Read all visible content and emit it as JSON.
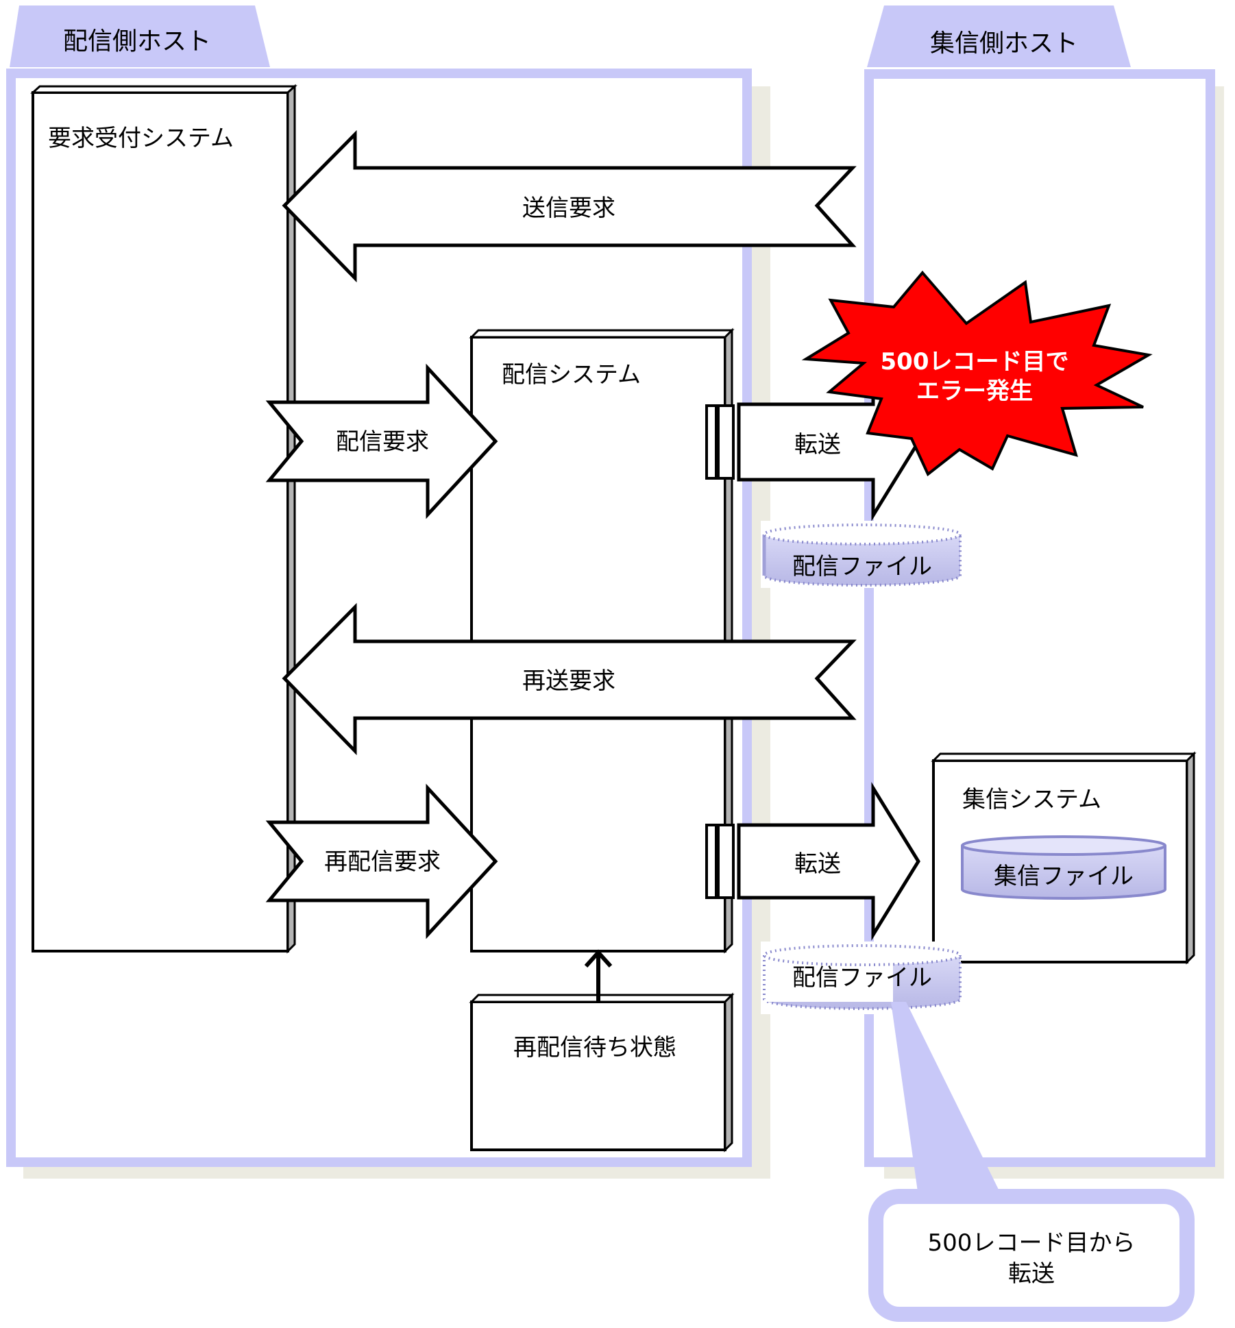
{
  "hosts": {
    "sender": "配信側ホスト",
    "receiver": "集信側ホスト"
  },
  "systems": {
    "request_acceptance": "要求受付システム",
    "distribution": "配信システム",
    "wait_state": "再配信待ち状態",
    "collection": "集信システム"
  },
  "arrows": {
    "send_request": "送信要求",
    "distribution_request": "配信要求",
    "transfer_1": "転送",
    "resend_request": "再送要求",
    "redistribution_request": "再配信要求",
    "transfer_2": "転送"
  },
  "files": {
    "distribution_file_1": "配信ファイル",
    "distribution_file_2": "配信ファイル",
    "collection_file": "集信ファイル"
  },
  "error_burst": {
    "line1": "500レコード目で",
    "line2": "エラー発生",
    "color": "#ff0000"
  },
  "callout": {
    "line1": "500レコード目から",
    "line2": "転送"
  },
  "colors": {
    "host_border": "#c8c8f8",
    "host_shadow": "#ecebe1",
    "cylinder_fill": "#c8c8ee"
  }
}
